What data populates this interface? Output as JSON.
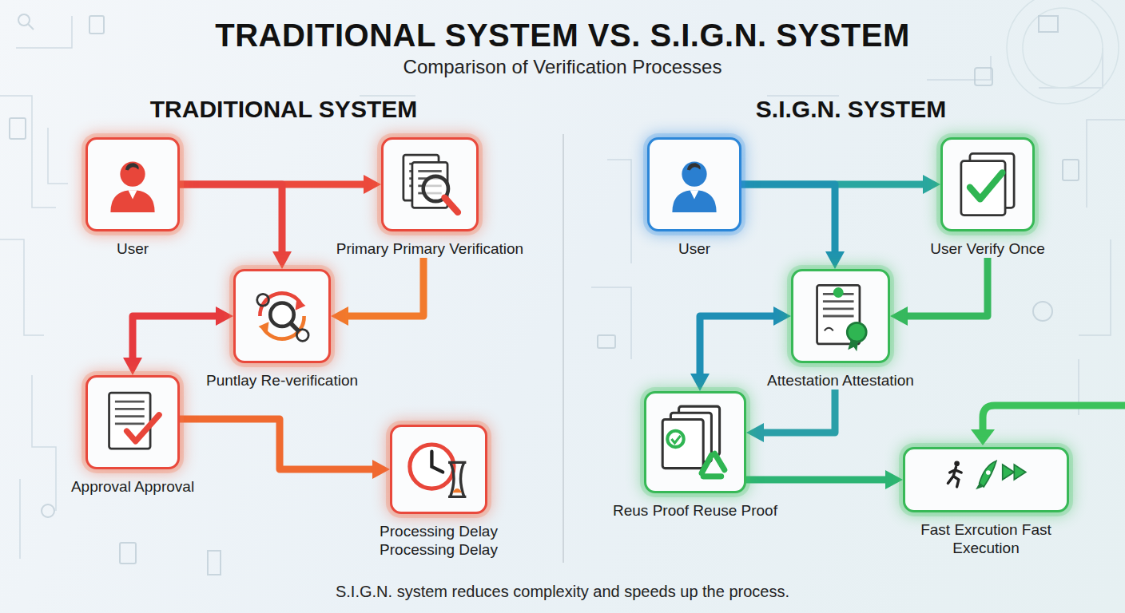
{
  "diagram": {
    "title": "TRADITIONAL SYSTEM VS. S.I.G.N. SYSTEM",
    "caption": "S.I.G.N. system reduces complexity and speeds up the process.",
    "nodes": [
      {
        "text": [
          "User"
        ]
      },
      {
        "text": [
          "Primary Primary Verification"
        ]
      },
      {
        "text": [
          "Puntlay Re-verification"
        ]
      },
      {
        "text": [
          "Approval Approval"
        ]
      },
      {
        "text": [
          "Processing Delay Processing Delay"
        ]
      },
      {
        "text": [
          "User"
        ]
      },
      {
        "text": [
          "User Verify Once"
        ]
      },
      {
        "text": [
          "Attestation Attestation"
        ]
      },
      {
        "text": [
          "Reus Proof Reuse Proof"
        ]
      },
      {
        "text": [
          "Fast Exrcution Fast Execution"
        ]
      }
    ],
    "edges": [
      {
        "from": 0,
        "to": 1,
        "arrow": "to"
      },
      {
        "from": 0,
        "to": 2,
        "arrow": "to"
      },
      {
        "from": 1,
        "to": 2,
        "arrow": "to"
      },
      {
        "from": 2,
        "to": 3,
        "arrow": "both"
      },
      {
        "from": 3,
        "to": 4,
        "arrow": "to"
      },
      {
        "from": 5,
        "to": 6,
        "arrow": "to"
      },
      {
        "from": 5,
        "to": 7,
        "arrow": "to"
      },
      {
        "from": 6,
        "to": 7,
        "arrow": "to"
      },
      {
        "from": 7,
        "to": 8,
        "arrow": "both"
      },
      {
        "from": 7,
        "to": 8,
        "arrow": "to"
      },
      {
        "from": 8,
        "to": 9,
        "arrow": "to"
      }
    ],
    "labels": [
      "Comparison of Verification Processes",
      "TRADITIONAL SYSTEM",
      "S.I.G.N. SYSTEM"
    ]
  }
}
